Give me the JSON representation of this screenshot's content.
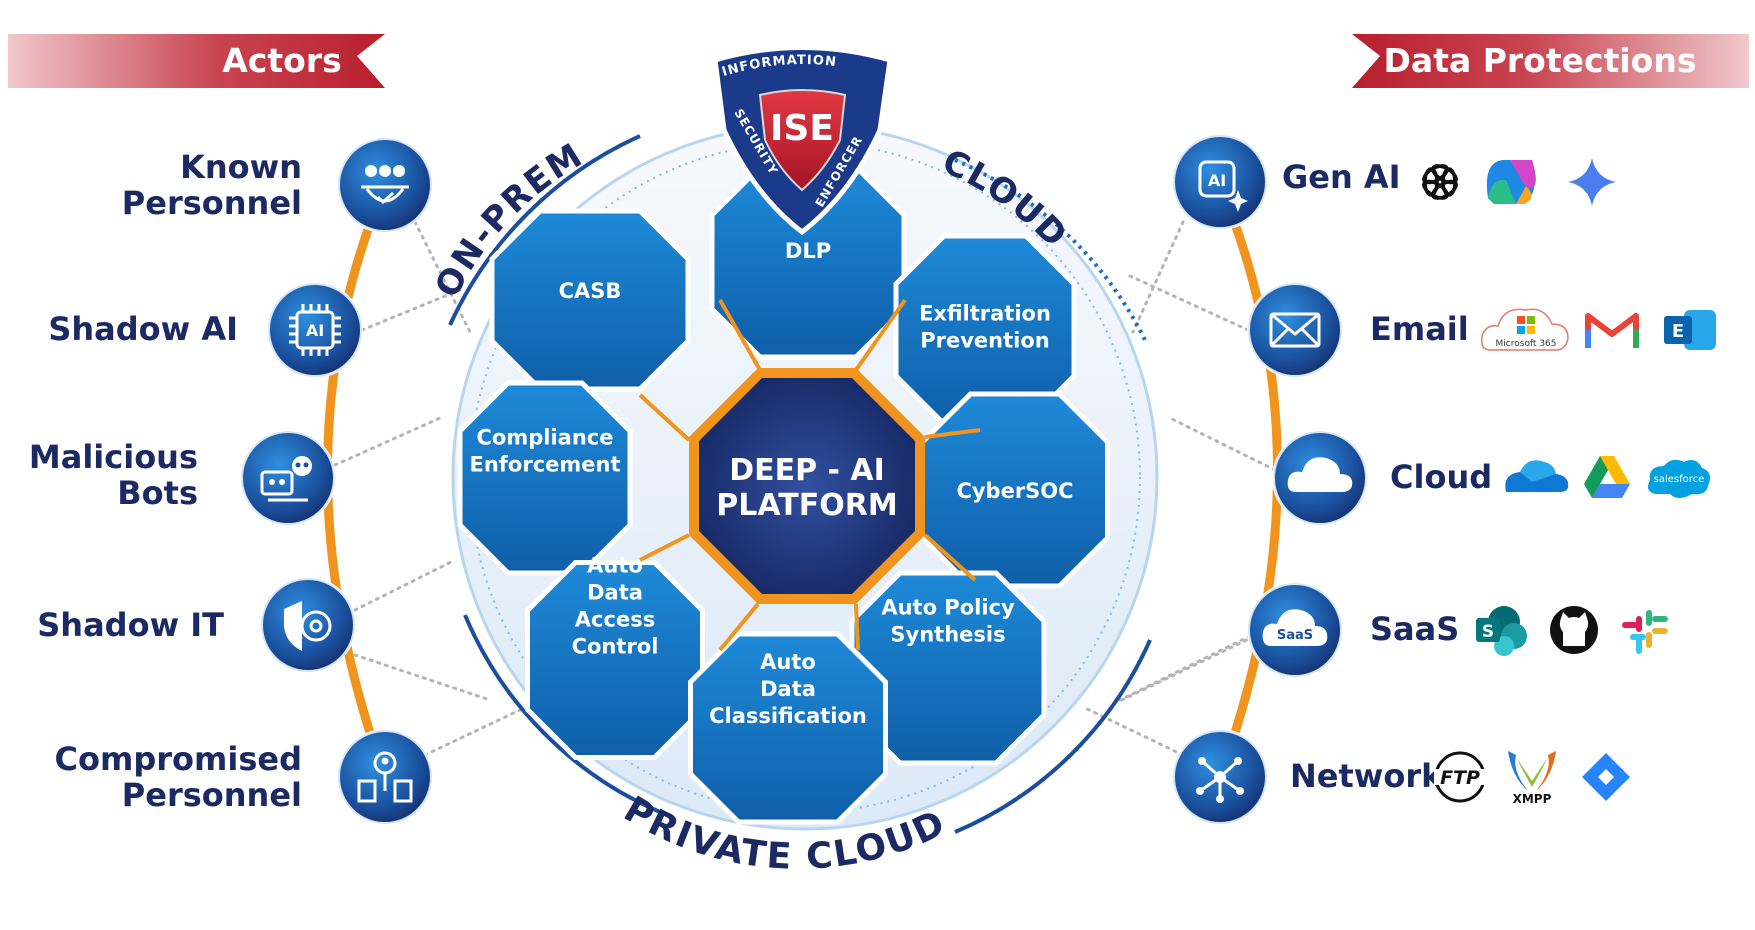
{
  "banners": {
    "left": "Actors",
    "right": "Data Protections"
  },
  "actors": [
    {
      "lines": [
        "Known",
        "Personnel"
      ],
      "icon": "team-check-icon"
    },
    {
      "lines": [
        "Shadow AI"
      ],
      "icon": "ai-chip-icon"
    },
    {
      "lines": [
        "Malicious",
        "Bots"
      ],
      "icon": "robot-skull-icon"
    },
    {
      "lines": [
        "Shadow IT"
      ],
      "icon": "shield-gear-icon"
    },
    {
      "lines": [
        "Compromised",
        "Personnel"
      ],
      "icon": "person-data-icon"
    }
  ],
  "protections": [
    {
      "label": "Gen AI",
      "icon": "ai-sparkle-icon",
      "logos": [
        "openai-logo",
        "copilot-logo",
        "gemini-logo"
      ]
    },
    {
      "label": "Email",
      "icon": "envelope-icon",
      "logos": [
        "microsoft-365-logo",
        "gmail-logo",
        "exchange-logo"
      ],
      "logo_text": {
        "ms365": "Microsoft 365",
        "exchange": "E"
      }
    },
    {
      "label": "Cloud",
      "icon": "cloud-icon",
      "logos": [
        "onedrive-logo",
        "google-drive-logo",
        "salesforce-logo"
      ],
      "logo_text": {
        "salesforce": "salesforce"
      }
    },
    {
      "label": "SaaS",
      "icon": "saas-cloud-icon",
      "icon_text": "SaaS",
      "logos": [
        "sharepoint-logo",
        "github-logo",
        "slack-logo"
      ],
      "logo_text": {
        "sharepoint": "S"
      }
    },
    {
      "label": "Network",
      "icon": "network-nodes-icon",
      "logos": [
        "ftp-logo",
        "xmpp-logo",
        "jira-logo"
      ],
      "logo_text": {
        "ftp": "FTP",
        "xmpp": "XMPP"
      }
    }
  ],
  "shield": {
    "top": "INFORMATION",
    "left": "SECURITY",
    "right": "ENFORCER",
    "center": "ISE"
  },
  "arcs": {
    "onprem": "ON-PREM",
    "cloud": "CLOUD",
    "private": "PRIVATE CLOUD"
  },
  "center": {
    "line1": "DEEP - AI",
    "line2": "PLATFORM"
  },
  "capabilities": [
    {
      "id": "dlp",
      "lines": [
        "DLP"
      ]
    },
    {
      "id": "casb",
      "lines": [
        "CASB"
      ]
    },
    {
      "id": "exfil",
      "lines": [
        "Exfiltration",
        "Prevention"
      ]
    },
    {
      "id": "compliance",
      "lines": [
        "Compliance",
        "Enforcement"
      ]
    },
    {
      "id": "cybersoc",
      "lines": [
        "CyberSOC"
      ]
    },
    {
      "id": "access",
      "lines": [
        "Auto",
        "Data",
        "Access",
        "Control"
      ]
    },
    {
      "id": "policy",
      "lines": [
        "Auto Policy",
        "Synthesis"
      ]
    },
    {
      "id": "classification",
      "lines": [
        "Auto",
        "Data",
        "Classification"
      ]
    }
  ],
  "colors": {
    "navy": "#1b2a63",
    "blue": "#1475c4",
    "orange": "#f0941e",
    "red": "#c5202e"
  }
}
